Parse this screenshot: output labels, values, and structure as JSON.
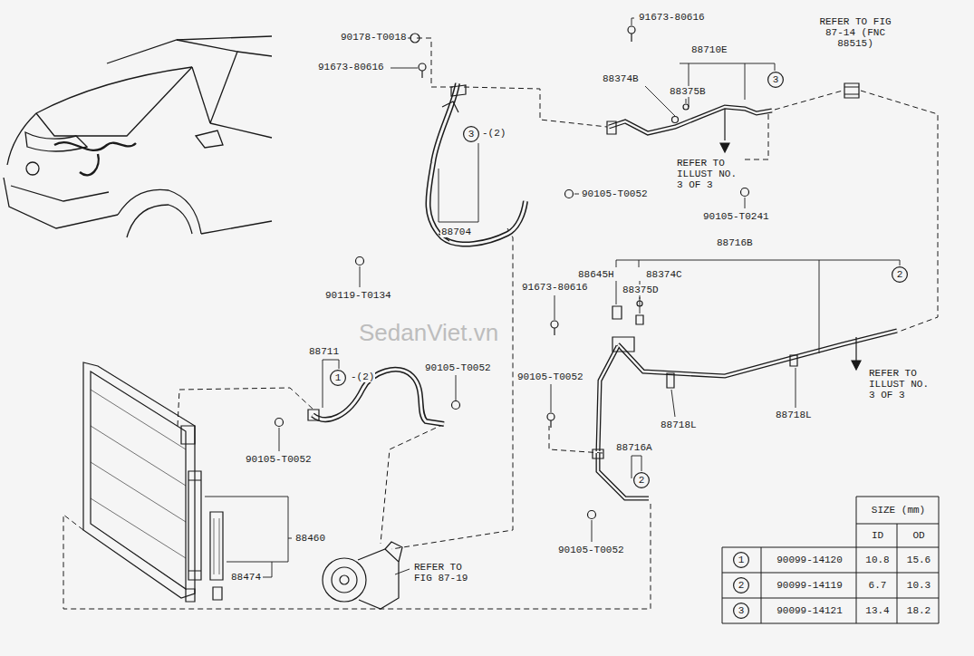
{
  "diagram": {
    "nodes": [
      {
        "text": [
          "3"
        ]
      },
      {
        "text": [
          "3"
        ]
      },
      {
        "text": [
          "2"
        ]
      },
      {
        "text": [
          "1"
        ]
      },
      {
        "text": [
          "2"
        ]
      },
      {
        "text": [
          "1"
        ]
      },
      {
        "text": [
          "2"
        ]
      },
      {
        "text": [
          "3"
        ]
      }
    ],
    "labels": [
      "90178-T0018",
      "91673-80616",
      "91673-80616",
      "88710E",
      "88374B",
      "88375B",
      "REFER TO FIG 87-14 (FNC 88515)",
      "REFER TO ILLUST NO. 3 OF 3",
      "90105-T0241",
      "-(2)",
      "88704",
      "90105-T0052",
      "90119-T0134",
      "88716B",
      "88645H",
      "88374C",
      "88375D",
      "91673-80616",
      "90105-T0052",
      "88718L",
      "88718L",
      "REFER TO ILLUST NO. 3 OF 3",
      "88716A",
      "90105-T0052",
      "88711",
      "-(2)",
      "90105-T0052",
      "90105-T0052",
      "88460",
      "88474",
      "REFER TO FIG 87-19",
      "SIZE (mm)",
      "ID",
      "OD",
      "90099-14120",
      "10.8",
      "15.6",
      "90099-14119",
      "6.7",
      "10.3",
      "90099-14121",
      "13.4",
      "18.2",
      "SedanViet.vn"
    ]
  }
}
